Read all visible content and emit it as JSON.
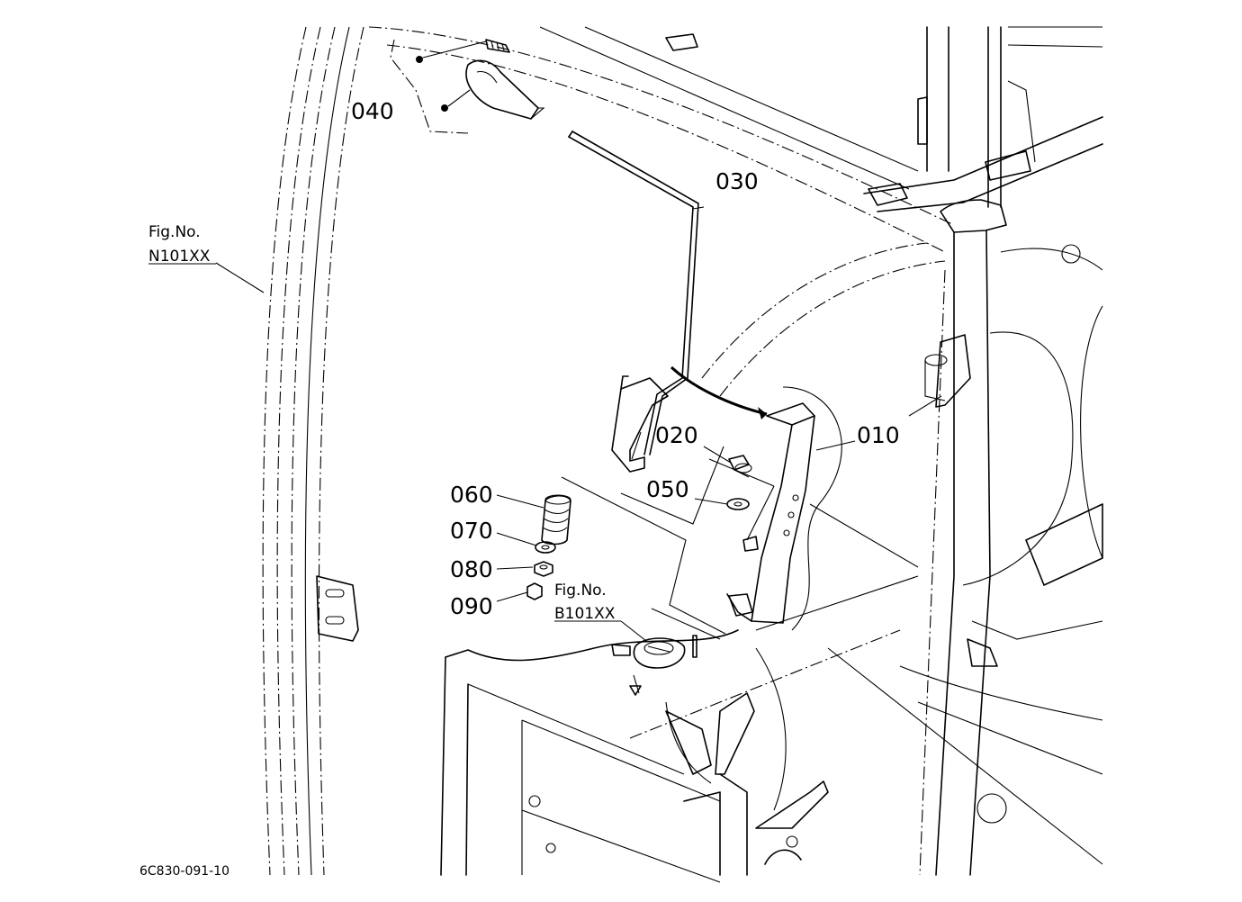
{
  "parts": {
    "p010": "010",
    "p020": "020",
    "p030": "030",
    "p040": "040",
    "p050": "050",
    "p060": "060",
    "p070": "070",
    "p080": "080",
    "p090": "090"
  },
  "refs": {
    "n101": {
      "line1": "Fig.No.",
      "line2": "N101XX"
    },
    "b101": {
      "line1": "Fig.No.",
      "line2": "B101XX"
    }
  },
  "drawing_code": "6C830-091-10"
}
